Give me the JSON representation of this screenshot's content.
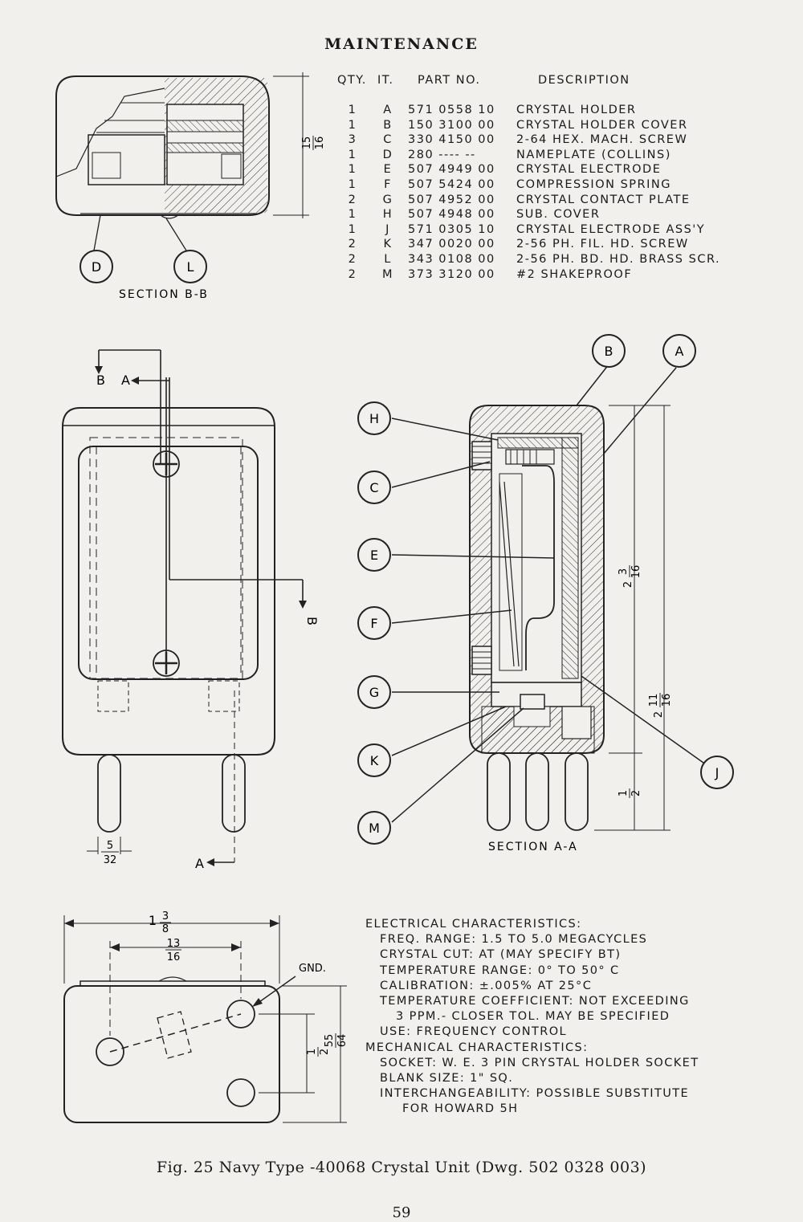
{
  "page": {
    "heading": "MAINTENANCE",
    "caption": "Fig. 25   Navy Type -40068 Crystal Unit (Dwg. 502 0328 003)",
    "page_number": "59"
  },
  "parts_table": {
    "headers": {
      "qty": "QTY.",
      "item": "IT.",
      "part_no": "PART NO.",
      "description": "DESCRIPTION"
    },
    "rows": [
      {
        "qty": "1",
        "item": "A",
        "part_no": "571 0558 10",
        "description": "CRYSTAL HOLDER"
      },
      {
        "qty": "1",
        "item": "B",
        "part_no": "150 3100 00",
        "description": "CRYSTAL HOLDER COVER"
      },
      {
        "qty": "3",
        "item": "C",
        "part_no": "330 4150 00",
        "description": "2-64 HEX. MACH. SCREW"
      },
      {
        "qty": "1",
        "item": "D",
        "part_no": "280 ---- --",
        "description": "NAMEPLATE (COLLINS)"
      },
      {
        "qty": "1",
        "item": "E",
        "part_no": "507 4949 00",
        "description": "CRYSTAL ELECTRODE"
      },
      {
        "qty": "1",
        "item": "F",
        "part_no": "507 5424 00",
        "description": "COMPRESSION SPRING"
      },
      {
        "qty": "2",
        "item": "G",
        "part_no": "507 4952 00",
        "description": "CRYSTAL CONTACT PLATE"
      },
      {
        "qty": "1",
        "item": "H",
        "part_no": "507 4948 00",
        "description": "SUB. COVER"
      },
      {
        "qty": "1",
        "item": "J",
        "part_no": "571 0305 10",
        "description": "CRYSTAL ELECTRODE ASS'Y"
      },
      {
        "qty": "2",
        "item": "K",
        "part_no": "347 0020 00",
        "description": "2-56 PH. FIL. HD. SCREW"
      },
      {
        "qty": "2",
        "item": "L",
        "part_no": "343 0108 00",
        "description": "2-56 PH. BD. HD. BRASS SCR."
      },
      {
        "qty": "2",
        "item": "M",
        "part_no": "373 3120 00",
        "description": "#2 SHAKEPROOF"
      }
    ]
  },
  "drawings": {
    "section_bb_label": "SECTION B-B",
    "section_aa_label": "SECTION A-A",
    "callouts": {
      "A": "A",
      "B": "B",
      "C": "C",
      "D": "D",
      "E": "E",
      "F": "F",
      "G": "G",
      "H": "H",
      "J": "J",
      "K": "K",
      "L": "L",
      "M": "M"
    },
    "cut_marks": {
      "b": "B",
      "a": "A",
      "b_lower": "B",
      "a_lower": "A"
    },
    "gnd": "GND.",
    "dims": {
      "bb_height_num": "15",
      "bb_height_den": "16",
      "aa_upper_whole": "2",
      "aa_upper_num": "3",
      "aa_upper_den": "16",
      "aa_total_whole": "2",
      "aa_total_num": "11",
      "aa_total_den": "16",
      "aa_pin_num": "1",
      "aa_pin_den": "2",
      "pin_num": "5",
      "pin_den": "32",
      "width_whole": "1",
      "width_num": "3",
      "width_den": "8",
      "pin_spacing_num": "13",
      "pin_spacing_den": "16",
      "bottom_half_num": "1",
      "bottom_half_den": "2",
      "bottom_h_num": "55",
      "bottom_h_den": "64"
    }
  },
  "characteristics": {
    "electrical_heading": "ELECTRICAL CHARACTERISTICS:",
    "freq_range": "FREQ. RANGE: 1.5 TO 5.0 MEGACYCLES",
    "crystal_cut": "CRYSTAL CUT: AT (MAY SPECIFY BT)",
    "temperature_range": "TEMPERATURE RANGE: 0° TO 50° C",
    "calibration": "CALIBRATION: ±.005% AT 25°C",
    "temp_coefficient": "TEMPERATURE COEFFICIENT: NOT EXCEEDING",
    "temp_coefficient_cont": "3 PPM.- CLOSER TOL. MAY BE SPECIFIED",
    "use": "USE: FREQUENCY CONTROL",
    "mechanical_heading": "MECHANICAL CHARACTERISTICS:",
    "socket": "SOCKET: W. E. 3 PIN CRYSTAL HOLDER SOCKET",
    "blank_size": "BLANK SIZE: 1\" SQ.",
    "interchangeability": "INTERCHANGEABILITY: POSSIBLE SUBSTITUTE",
    "interchangeability_cont": "FOR HOWARD 5H"
  }
}
